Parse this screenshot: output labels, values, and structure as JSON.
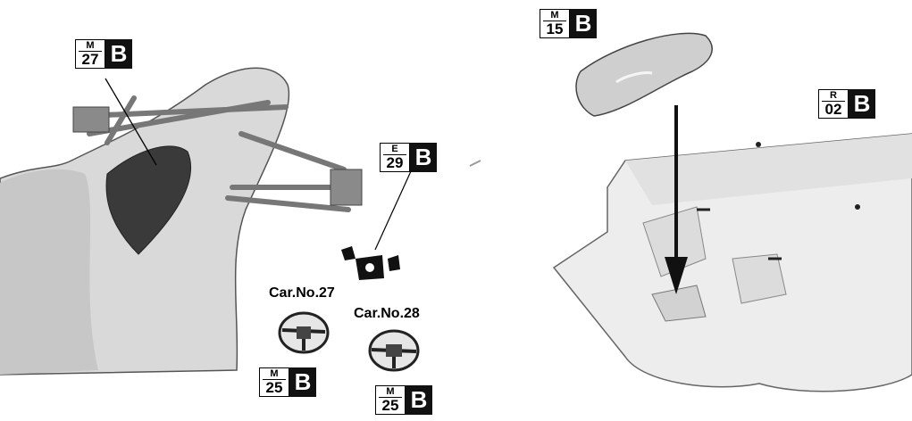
{
  "badges": {
    "m27": {
      "top": "M",
      "num": "27",
      "letter": "B"
    },
    "e29": {
      "top": "E",
      "num": "29",
      "letter": "B"
    },
    "m25a": {
      "top": "M",
      "num": "25",
      "letter": "B"
    },
    "m25b": {
      "top": "M",
      "num": "25",
      "letter": "B"
    },
    "m15": {
      "top": "M",
      "num": "15",
      "letter": "B"
    },
    "r02": {
      "top": "R",
      "num": "02",
      "letter": "B"
    }
  },
  "labels": {
    "car27": "Car.No.27",
    "car28": "Car.No.28"
  }
}
